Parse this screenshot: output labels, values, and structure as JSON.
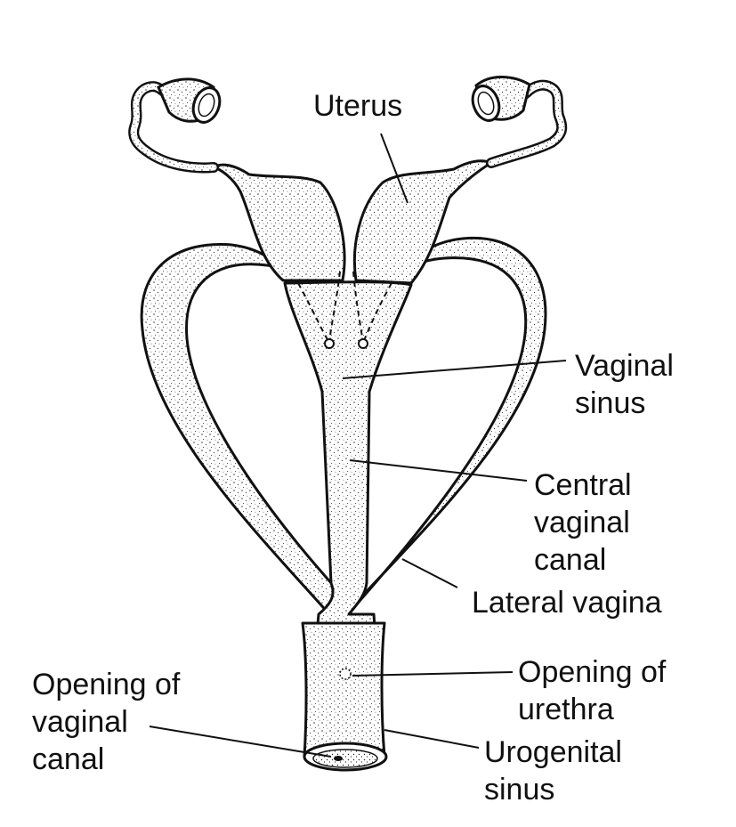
{
  "colors": {
    "ink": "#111111",
    "background": "#ffffff",
    "stipple": "#222222"
  },
  "labels": {
    "uterus": "Uterus",
    "vaginal_sinus": [
      "Vaginal",
      "sinus"
    ],
    "central_vaginal_canal": [
      "Central",
      "vaginal",
      "canal"
    ],
    "lateral_vagina": "Lateral vagina",
    "opening_of_urethra": [
      "Opening of",
      "urethra"
    ],
    "urogenital_sinus": [
      "Urogenital",
      "sinus"
    ],
    "opening_of_vaginal_canal": [
      "Opening of",
      "vaginal",
      "canal"
    ]
  }
}
